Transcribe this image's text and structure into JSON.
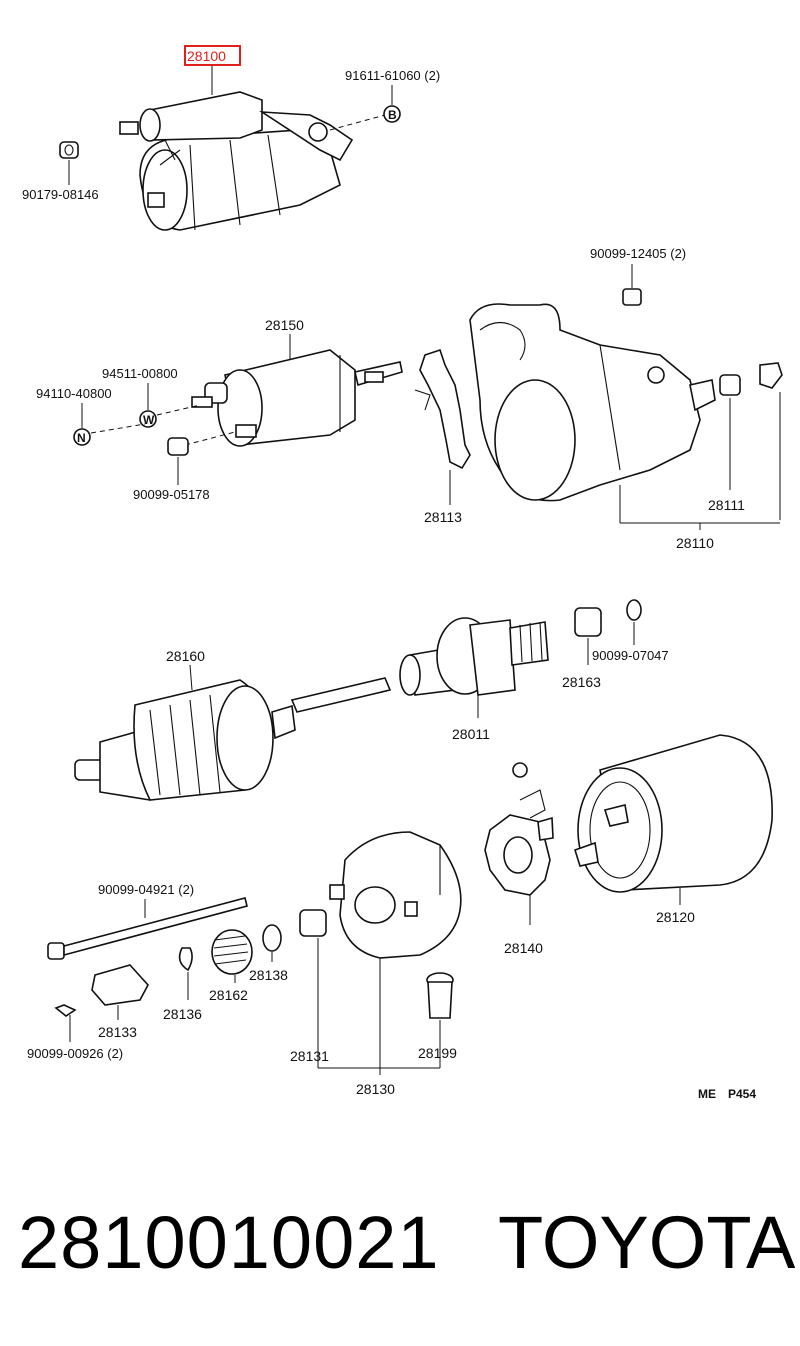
{
  "highlight_part": "28100",
  "labels": {
    "p28100": "28100",
    "p91611": "91611-61060 (2)",
    "markB": "B",
    "p90179": "90179-08146",
    "p90099_12405": "90099-12405 (2)",
    "p28150": "28150",
    "p94511": "94511-00800",
    "markW": "W",
    "p94110": "94110-40800",
    "markN": "N",
    "p90099_05178": "90099-05178",
    "p28113": "28113",
    "p28111": "28111",
    "p28110": "28110",
    "p28160": "28160",
    "p28163": "28163",
    "p90099_07047": "90099-07047",
    "p28011": "28011",
    "p90099_04921": "90099-04921 (2)",
    "p28138": "28138",
    "p28162": "28162",
    "p28136": "28136",
    "p28133": "28133",
    "p90099_00926": "90099-00926 (2)",
    "p28131": "28131",
    "p28130": "28130",
    "p28199": "28199",
    "p28140": "28140",
    "p28120": "28120",
    "ref_me": "ME",
    "ref_page": "P454"
  },
  "footer": {
    "part_number": "2810010021",
    "brand": "TOYOTA"
  },
  "colors": {
    "highlight": "#e0211b",
    "ink": "#111111"
  }
}
